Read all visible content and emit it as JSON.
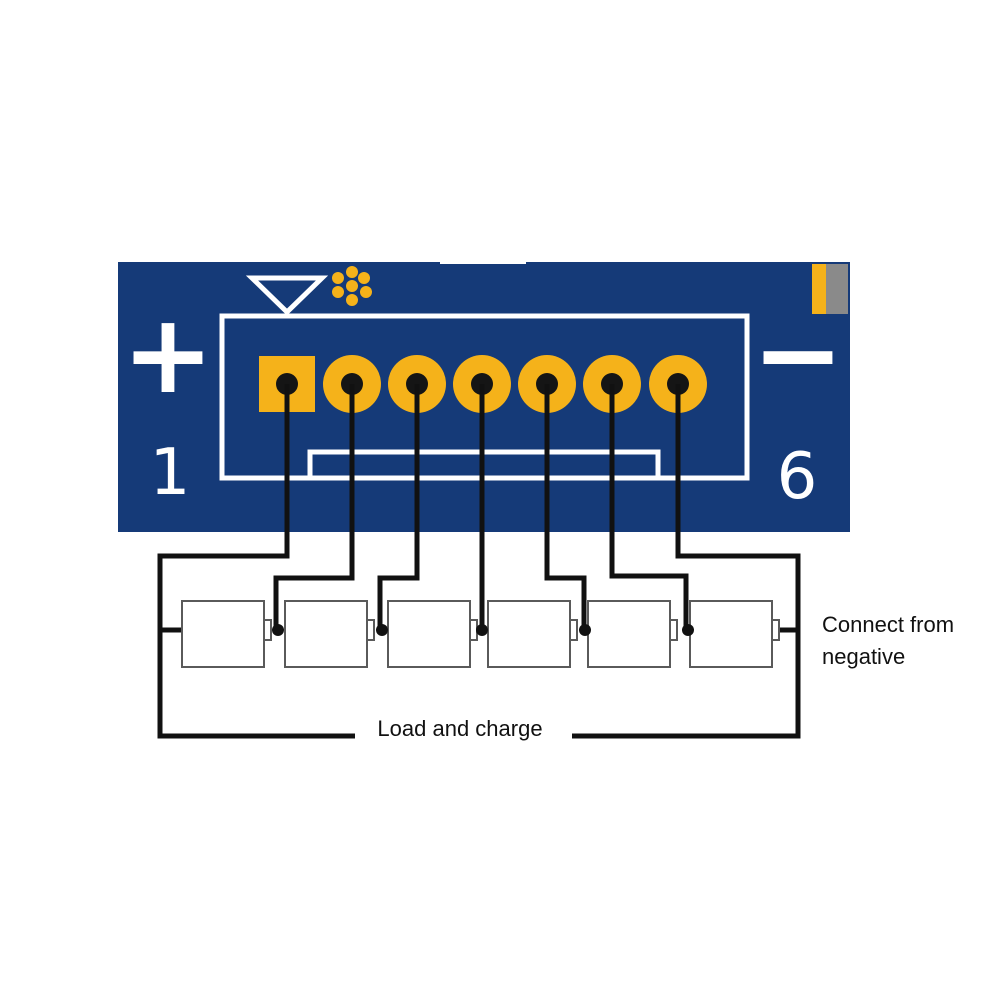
{
  "pcb": {
    "plus_symbol": "+",
    "minus_symbol": "−",
    "label_first_pin": "1",
    "label_last_pin": "6",
    "colors": {
      "board": "#153a78",
      "silkscreen": "#ffffff",
      "pad": "#f5b21a",
      "via": "#151515"
    },
    "pin_count": 7
  },
  "cells": {
    "count": 6,
    "fill": "#ffffff",
    "stroke": "#5a5a5a"
  },
  "wiring": {
    "color": "#111111"
  },
  "labels": {
    "connect_line1": "Connect from",
    "connect_line2": "negative",
    "load_charge": "Load and charge"
  }
}
